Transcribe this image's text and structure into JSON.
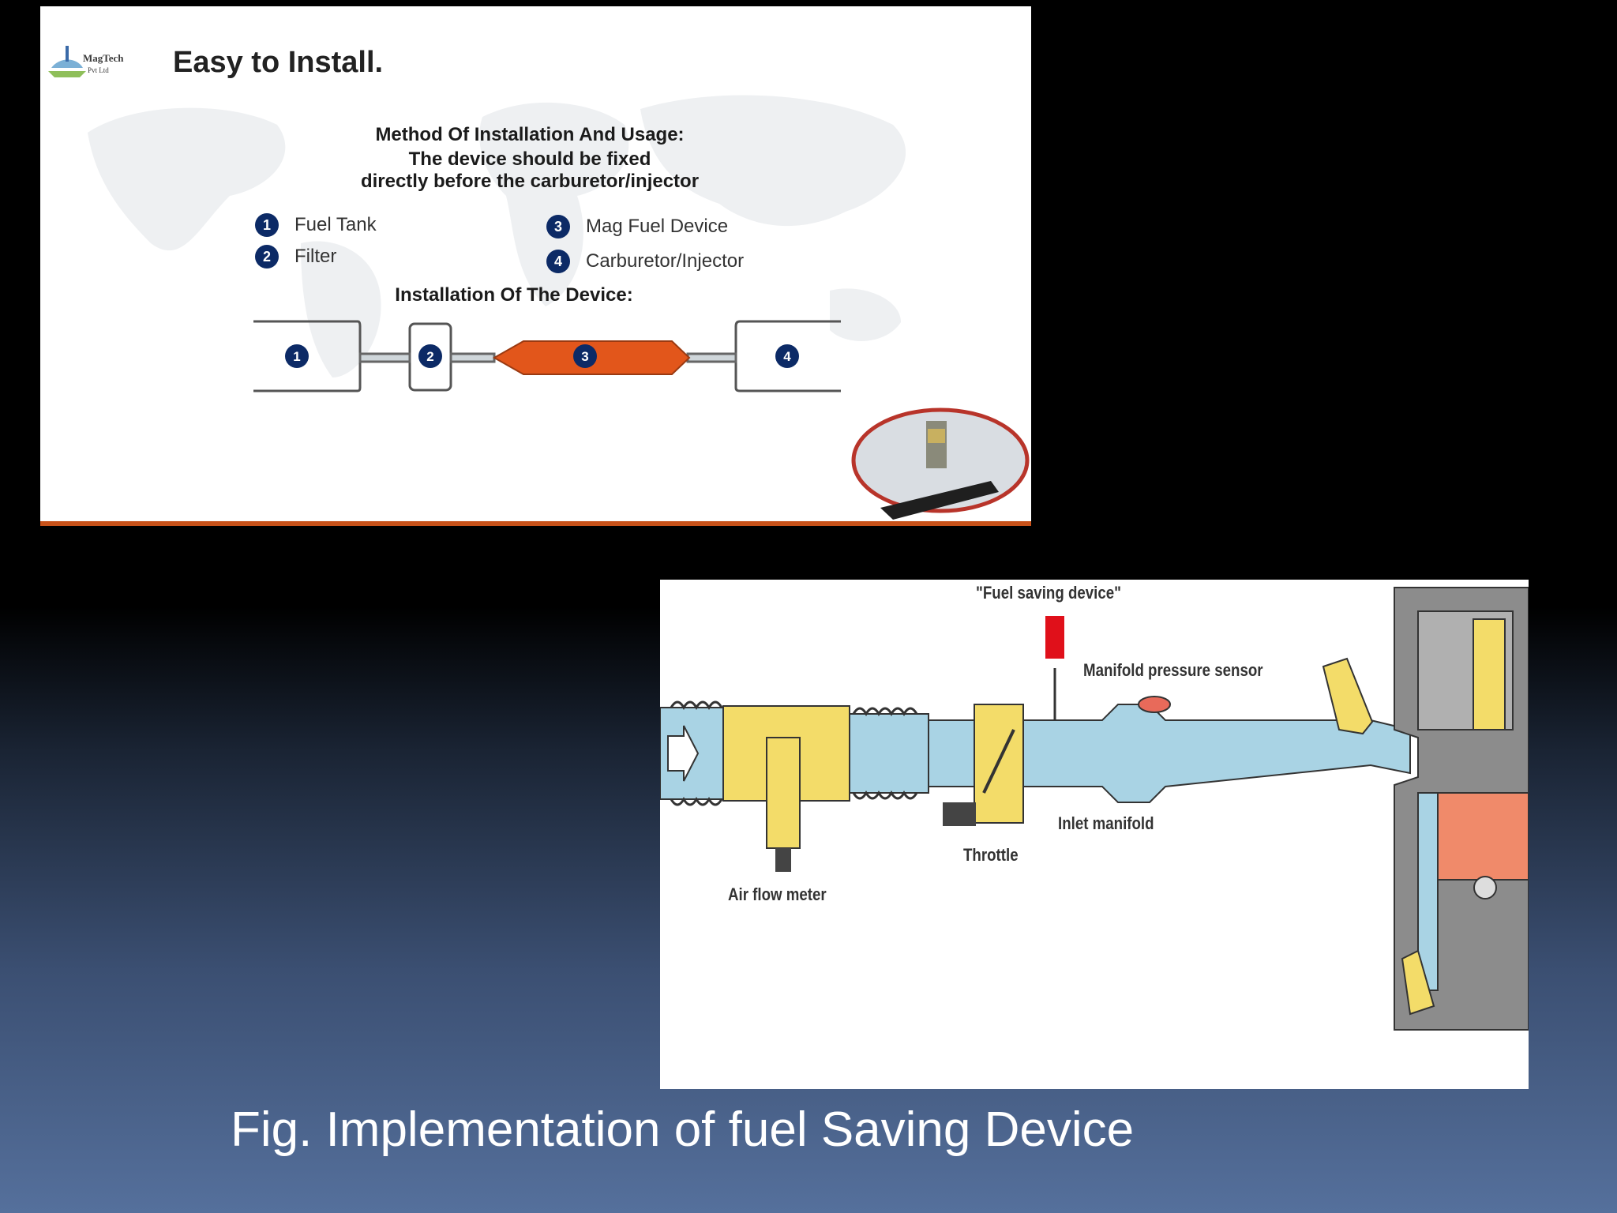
{
  "install_slide": {
    "logo_text": "MagTech",
    "logo_subtext": "Pvt Ltd",
    "title": "Easy to Install.",
    "method_heading": "Method Of Installation And Usage:",
    "method_line1": "The device should be fixed",
    "method_line2": "directly before the carburetor/injector",
    "legend": [
      {
        "num": "1",
        "label": "Fuel Tank"
      },
      {
        "num": "2",
        "label": "Filter"
      },
      {
        "num": "3",
        "label": "Mag Fuel Device"
      },
      {
        "num": "4",
        "label": "Carburetor/Injector"
      }
    ],
    "installation_heading": "Installation Of The Device:",
    "flow_nodes": [
      "1",
      "2",
      "3",
      "4"
    ],
    "colors": {
      "badge": "#0c2a66",
      "device": "#e2561b",
      "border_accent": "#c8521a"
    }
  },
  "engine_diagram": {
    "labels": {
      "fuel_saving_device": "\"Fuel saving device\"",
      "manifold_pressure_sensor": "Manifold pressure sensor",
      "inlet_manifold": "Inlet manifold",
      "throttle": "Throttle",
      "air_flow_meter": "Air flow meter"
    },
    "colors": {
      "duct": "#a9d3e4",
      "meter": "#f3dc69",
      "device": "#e0101a",
      "engine": "#8c8c8c",
      "piston": "#f08a6a"
    }
  },
  "caption": "Fig. Implementation of fuel Saving Device"
}
